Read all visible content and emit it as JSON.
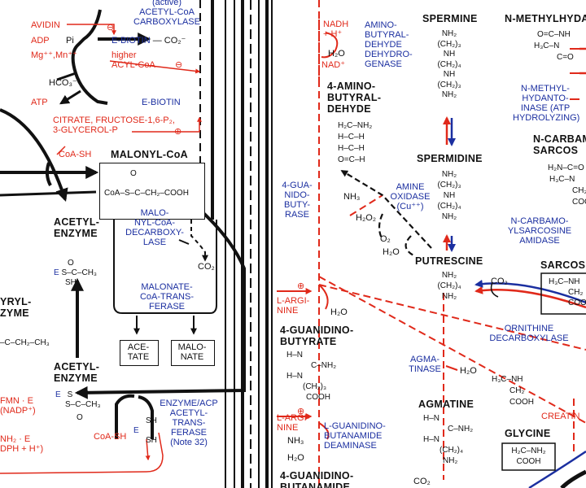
{
  "compounds": {
    "malonyl_coa": "MALONYL-CoA",
    "acetyl_enzyme_1": [
      "ACETYL-",
      "ENZYME"
    ],
    "acetyl_enzyme_2": [
      "ACETYL-",
      "ENZYME"
    ],
    "butyryl_enzyme_partial": [
      "YRYL-",
      "ZYME"
    ],
    "aminobutyraldehyde": [
      "4-AMINO-",
      "BUTYRAL-",
      "DEHYDE"
    ],
    "guanidinobutyrate": [
      "4-GUANIDINO-",
      "BUTYRATE"
    ],
    "guanidinobutanamide_partial": [
      "4-GUANIDINO-",
      "BUTANAMIDE"
    ],
    "spermine": "SPERMINE",
    "spermidine": "SPERMIDINE",
    "putrescine": "PUTRESCINE",
    "agmatine": "AGMATINE",
    "glycine": "GLYCINE",
    "n_methylhydantoin_partial": "N-METHYLHYDA",
    "n_carbamoylsarcosine_partial": [
      "N-CARBAM",
      "SARCOS"
    ],
    "sarcosine_partial": "SARCOS",
    "acetate": [
      "ACE-",
      "TATE"
    ],
    "malonate": [
      "MALO-",
      "NATE"
    ]
  },
  "enzymes": {
    "acetyl_coa_carboxylase": [
      "(active)",
      "ACETYL-CoA",
      "CARBOXYLASE"
    ],
    "malonyl_coa_decarboxylase": [
      "MALO-",
      "NYL-CoA-",
      "DECARBOXY-",
      "LASE"
    ],
    "malonate_coa_transferase": [
      "MALONATE-",
      "CoA-TRANS-",
      "FERASE"
    ],
    "enzyme_acp_acetyltransferase": [
      "ENZYME/ACP",
      "ACETYL-",
      "TRANS-",
      "FERASE",
      "(Note 32)"
    ],
    "aminobutyraldehyde_dehydrogenase": [
      "AMINO-",
      "BUTYRAL-",
      "DEHYDE",
      "DEHYDRO-",
      "GENASE"
    ],
    "guanidobutyrase": [
      "4-GUA-",
      "NIDO-",
      "BUTY-",
      "RASE"
    ],
    "amine_oxidase": [
      "AMINE",
      "OXIDASE",
      "(Cu⁺⁺)"
    ],
    "guanidinobutanamide_deaminase": [
      "L-GUANIDINO-",
      "BUTANAMIDE",
      "DEAMINASE"
    ],
    "agmatinase": [
      "AGMA-",
      "TINASE"
    ],
    "ornithine_decarboxylase": [
      "ORNITHINE",
      "DECARBOXYLASE"
    ],
    "n_methylhydantoinase": [
      "N-METHYL-",
      "HYDANTO-",
      "INASE (ATP",
      "HYDROLYZING)"
    ],
    "n_carbamoylsarcosine_amidase": [
      "N-CARBAMO-",
      "YLSARCOSINE",
      "AMIDASE"
    ],
    "e_biotin_1": "E-BIOTIN",
    "e_biotin_2": "E-BIOTIN"
  },
  "effectors": {
    "avidin": "AVIDIN",
    "adp": "ADP",
    "mg_mn": "Mg⁺⁺,Mn⁺⁺",
    "atp": "ATP",
    "higher_acyl_coa": [
      "higher",
      "ACYL-CoA"
    ],
    "citrate_etc": [
      "CITRATE, FRUCTOSE-1,6-P₂,",
      "3-GLYCEROL-P"
    ],
    "coa_sh_1": "CoA-SH",
    "coa_sh_2": "CoA-SH",
    "nadh": [
      "NADH",
      "+ H⁺"
    ],
    "nad": "NAD⁺",
    "l_arginine_1": [
      "L-ARGI-",
      "NINE"
    ],
    "l_arginine_2": [
      "L-ARGI-",
      "NINE"
    ],
    "fmn_partial": [
      "FMN · E",
      "(NADP⁺)"
    ],
    "nadph_partial": [
      "NH₂ · E",
      "DPH + H⁺)"
    ],
    "creatine_partial": "CREATIN"
  },
  "small_molecules": {
    "pi": "Pi",
    "co2_1": "— CO₂⁻",
    "hco3": "HCO₃⁻",
    "co2_2": "CO₂",
    "co2_3": "CO₂",
    "co2_4": "CO₂",
    "h2o_1": "H₂O",
    "h2o_2": "H₂O",
    "h2o_3": "H₂O",
    "h2o_4": "H₂O",
    "h2o_5": "H₂O",
    "nh3_1": "NH₃",
    "nh3_2": "NH₃",
    "h2o2": "H₂O₂",
    "o2": "O₂"
  },
  "signs": {
    "inhibit": "⊖",
    "activate": "⊕"
  },
  "structures": {
    "malonyl_coa": [
      "O",
      "CoA–S–C–CH₂–COOH"
    ],
    "acetyl_enzyme_1": [
      "E",
      "S–C–CH₃",
      "SH",
      "O"
    ],
    "acetyl_enzyme_2": [
      "E",
      "S",
      "S–C–CH₃",
      "O"
    ],
    "enzyme_sh": [
      "SH",
      "E",
      "SH"
    ],
    "butyryl_partial": "–C–CH₂–CH₃",
    "aminobutyraldehyde": [
      "H₂C–NH₂",
      "H–C–H",
      "H–C–H",
      "O=C–H"
    ],
    "spermine": [
      "NH₂",
      "(CH₂)₃",
      "NH",
      "(CH₂)₄",
      "NH",
      "(CH₂)₃",
      "NH₂"
    ],
    "spermidine": [
      "NH₂",
      "(CH₂)₃",
      "NH",
      "(CH₂)₄",
      "NH₂"
    ],
    "putrescine": [
      "NH₂",
      "(CH₂)₄",
      "NH₂"
    ],
    "guanidinobutyrate": [
      "H–N",
      "C–NH₂",
      "H–N",
      "(CH₂)₃",
      "COOH"
    ],
    "agmatine": [
      "H–N",
      "C–NH₂",
      "H–N",
      "(CH₂)₄",
      "NH₂"
    ],
    "sarcosine_free": [
      "H₃C–NH",
      "CH₂",
      "COOH"
    ],
    "glycine": [
      "H₂C–NH₂",
      "COOH"
    ],
    "n_methylhydantoin": [
      "O=C–NH",
      "H₃C–N",
      "C=O"
    ],
    "n_carbamoylsarcosine": [
      "H₂N–C=O",
      "H₃C–N",
      "CH₂",
      "COOH"
    ],
    "sarcosine_box": [
      "H₃C–NH",
      "CH₂",
      "COO"
    ]
  },
  "colors": {
    "black": "#111111",
    "red": "#e0291a",
    "blue": "#1b2fa0"
  }
}
